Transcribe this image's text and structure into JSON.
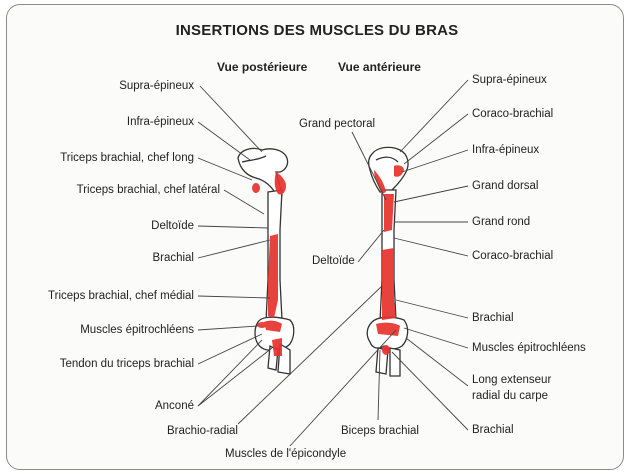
{
  "title": "INSERTIONS DES MUSCLES DU BRAS",
  "views": {
    "posterior": "Vue postérieure",
    "anterior": "Vue antérieure"
  },
  "colors": {
    "muscle": "#e8322c",
    "bone": "#ffffff",
    "outline": "#333333",
    "leader": "#444444"
  },
  "left_labels": [
    "Supra-épineux",
    "Infra-épineux",
    "Triceps brachial, chef long",
    "Triceps brachial, chef latéral",
    "Deltoïde",
    "Brachial",
    "Triceps brachial, chef médial",
    "Muscles épitrochléens",
    "Tendon du triceps brachial",
    "Anconé",
    "Brachio-radial"
  ],
  "center_labels": {
    "grand_pectoral": "Grand pectoral",
    "deltoide": "Deltoïde",
    "muscles_epicondyle": "Muscles de l'épicondyle",
    "biceps_brachial": "Biceps brachial"
  },
  "right_labels": [
    "Supra-épineux",
    "Coraco-brachial",
    "Infra-épineux",
    "Grand dorsal",
    "Grand rond",
    "Coraco-brachial",
    "Brachial",
    "Muscles épitrochléens",
    "Long extenseur",
    "radial du carpe",
    "Brachial"
  ]
}
